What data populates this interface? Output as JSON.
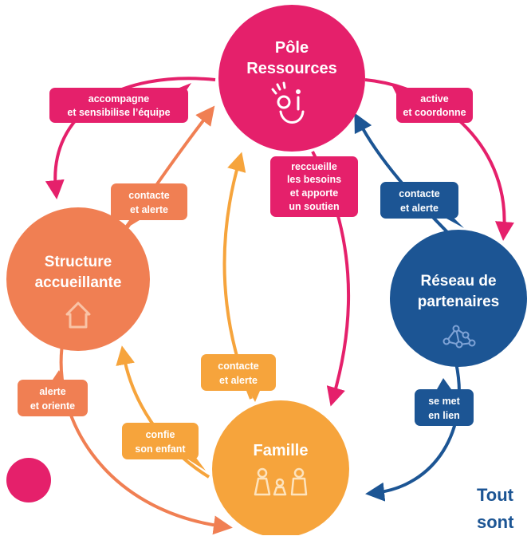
{
  "colors": {
    "pink": "#e5206b",
    "orange_dark": "#f07f53",
    "orange_light": "#f6a43c",
    "blue": "#1c5594"
  },
  "nodes": {
    "pole": {
      "line1": "Pôle",
      "line2": "Ressources",
      "icon": "pole-logo-icon"
    },
    "structure": {
      "line1": "Structure",
      "line2": "accueillante",
      "icon": "house-icon"
    },
    "reseau": {
      "line1": "Réseau de",
      "line2": "partenaires",
      "icon": "network-icon"
    },
    "famille": {
      "line1": "Famille",
      "icon": "family-icon"
    }
  },
  "labels": {
    "accompagne": {
      "line1": "accompagne",
      "line2": "et sensibilise l’équipe"
    },
    "active": {
      "line1": "active",
      "line2": "et coordonne"
    },
    "contacte_structure": {
      "line1": "contacte",
      "line2": "et alerte"
    },
    "recueille": {
      "line1": "reccueille",
      "line2": "les besoins",
      "line3": "et apporte",
      "line4": "un soutien"
    },
    "contacte_reseau": {
      "line1": "contacte",
      "line2": "et alerte"
    },
    "contacte_famille": {
      "line1": "contacte",
      "line2": "et alerte"
    },
    "alerte_oriente": {
      "line1": "alerte",
      "line2": "et oriente"
    },
    "confie": {
      "line1": "confie",
      "line2": "son enfant"
    },
    "se_met": {
      "line1": "se met",
      "line2": "en lien"
    }
  },
  "footer": {
    "line1": "Tout",
    "line2": "sont"
  }
}
